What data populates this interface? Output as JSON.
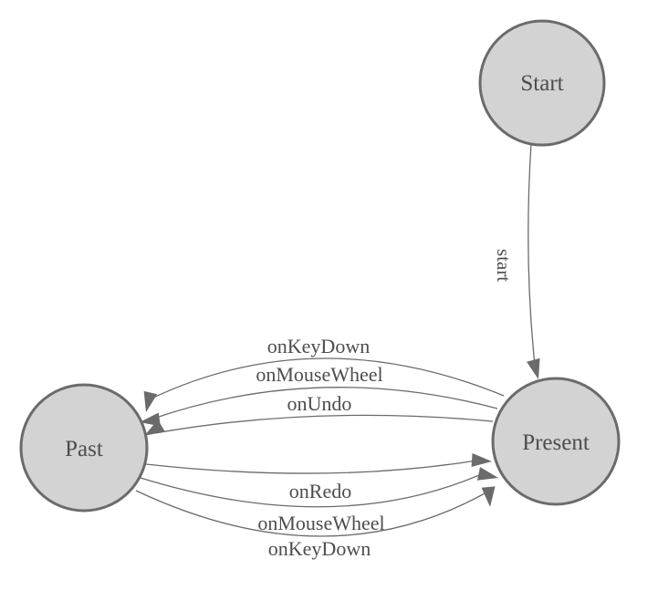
{
  "diagram": {
    "type": "state-machine",
    "nodes": [
      {
        "id": "start",
        "label": "Start"
      },
      {
        "id": "past",
        "label": "Past"
      },
      {
        "id": "present",
        "label": "Present"
      }
    ],
    "edges": [
      {
        "from": "Start",
        "to": "Present",
        "label": "start"
      },
      {
        "from": "Present",
        "to": "Past",
        "label": "onKeyDown"
      },
      {
        "from": "Present",
        "to": "Past",
        "label": "onMouseWheel"
      },
      {
        "from": "Present",
        "to": "Past",
        "label": "onUndo"
      },
      {
        "from": "Past",
        "to": "Present",
        "label": "onRedo"
      },
      {
        "from": "Past",
        "to": "Present",
        "label": "onMouseWheel"
      },
      {
        "from": "Past",
        "to": "Present",
        "label": "onKeyDown"
      }
    ],
    "colors": {
      "node_fill": "#d3d3d3",
      "node_stroke": "#6b6b6b",
      "edge": "#6b6b6b",
      "text": "#4d4d4d",
      "background": "#ffffff"
    }
  }
}
